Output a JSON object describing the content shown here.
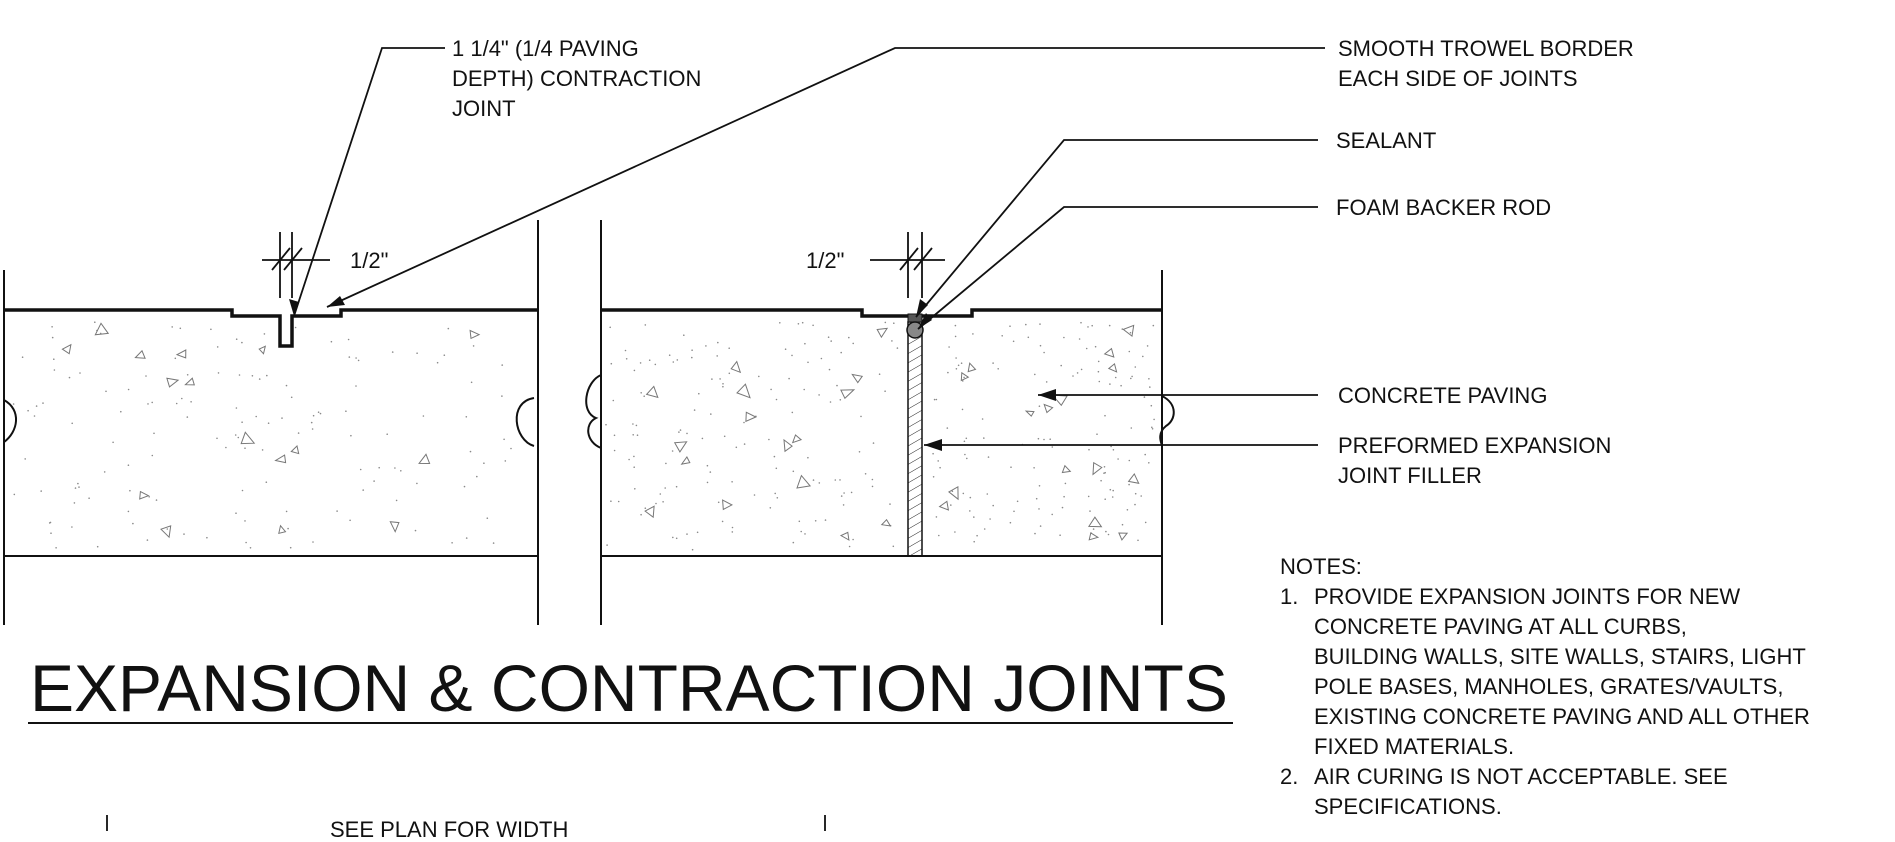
{
  "callouts": {
    "contraction_joint": "1 1/4\" (1/4 PAVING\nDEPTH) CONTRACTION\nJOINT",
    "smooth_trowel": "SMOOTH TROWEL BORDER\nEACH SIDE OF JOINTS",
    "sealant": "SEALANT",
    "backer_rod": "FOAM BACKER ROD",
    "concrete_paving": "CONCRETE PAVING",
    "expansion_filler": "PREFORMED EXPANSION\nJOINT FILLER"
  },
  "dimensions": {
    "left_joint_width": "1/2\"",
    "right_joint_width": "1/2\""
  },
  "title": "EXPANSION & CONTRACTION JOINTS",
  "notes": {
    "heading": "NOTES:",
    "items": [
      {
        "num": "1.",
        "text": "PROVIDE EXPANSION JOINTS FOR NEW\nCONCRETE PAVING AT ALL CURBS,\nBUILDING WALLS, SITE WALLS, STAIRS, LIGHT\nPOLE BASES, MANHOLES, GRATES/VAULTS,\nEXISTING CONCRETE PAVING AND ALL OTHER\nFIXED MATERIALS."
      },
      {
        "num": "2.",
        "text": "AIR CURING IS NOT ACCEPTABLE. SEE\nSPECIFICATIONS."
      }
    ]
  },
  "partial_text": "SEE PLAN FOR WIDTH",
  "colors": {
    "ink": "#111111",
    "aggregate": "#8a8a8a"
  }
}
